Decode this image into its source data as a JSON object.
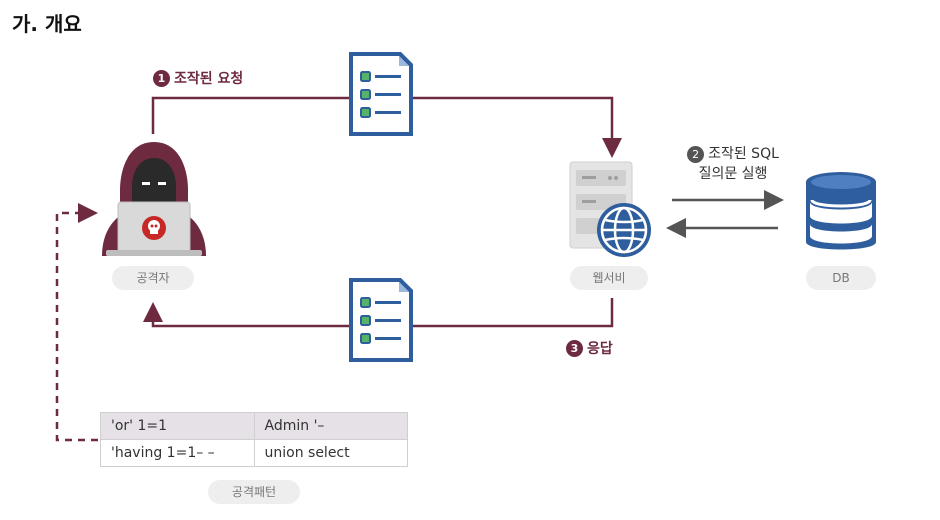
{
  "title": "가. 개요",
  "steps": {
    "step1": {
      "num": "1",
      "label": "조작된 요청"
    },
    "step2": {
      "num": "2",
      "line1": "조작된 SQL",
      "line2": "질의문 실행"
    },
    "step3": {
      "num": "3",
      "label": "응답"
    }
  },
  "nodes": {
    "attacker": "공격자",
    "webserver": "웹서비",
    "db": "DB",
    "pattern": "공격패턴"
  },
  "patterns": [
    [
      "'or' 1=1",
      "Admin '–"
    ],
    [
      "'having 1=1– –",
      "union select"
    ]
  ],
  "colors": {
    "accent": "#6e2b40",
    "doc": "#2f5e9e",
    "arrow_gray": "#555555"
  },
  "icons": [
    "hacker-icon",
    "document-icon",
    "server-icon",
    "globe-icon",
    "database-icon",
    "skull-icon"
  ]
}
